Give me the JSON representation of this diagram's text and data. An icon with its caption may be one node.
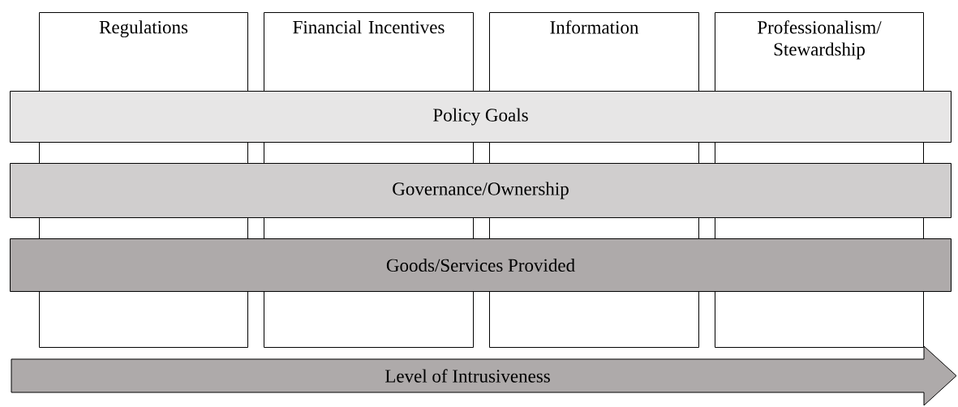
{
  "diagram": {
    "nodes": [
      {
        "text": [
          "Regulations"
        ]
      },
      {
        "text": [
          "Financial Incentives"
        ]
      },
      {
        "text": [
          "Information"
        ]
      },
      {
        "text": [
          "Professionalism/ Stewardship"
        ]
      },
      {
        "text": [
          "Policy Goals"
        ]
      },
      {
        "text": [
          "Governance/Ownership"
        ]
      },
      {
        "text": [
          "Goods/Services Provided"
        ]
      },
      {
        "text": [
          "Level of Intrusiveness"
        ]
      }
    ]
  }
}
